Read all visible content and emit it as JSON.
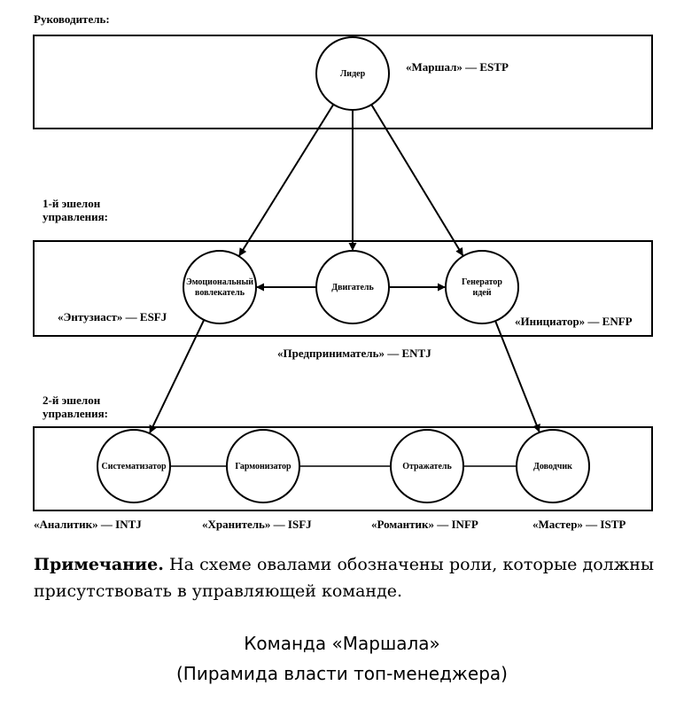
{
  "diagram": {
    "sections": {
      "leader": "Руководитель:",
      "echelon1": [
        "1-й эшелон",
        "управления:"
      ],
      "echelon2": [
        "2-й эшелон",
        "управления:"
      ]
    },
    "nodes": {
      "leader": [
        "Лидер"
      ],
      "enthusiast": [
        "Эмоциональный",
        "вовлекатель"
      ],
      "driver": [
        "Двигатель"
      ],
      "generator": [
        "Генератор",
        "идей"
      ],
      "systematizer": [
        "Систематизатор"
      ],
      "harmonizer": [
        "Гармонизатор"
      ],
      "reflector": [
        "Отражатель"
      ],
      "finisher": [
        "Доводчик"
      ]
    },
    "role_labels": {
      "marshal": "«Маршал» — ESTP",
      "enthusiast": "«Энтузиаст» — ESFJ",
      "initiator": "«Инициатор» — ENFP",
      "entrepreneur": "«Предприниматель» — ENTJ",
      "analyst": "«Аналитик» — INTJ",
      "keeper": "«Хранитель» — ISFJ",
      "romantic": "«Романтик» — INFP",
      "master": "«Мастер» — ISTP"
    },
    "edges": [
      {
        "from": "leader",
        "to": "enthusiast",
        "arrow": "end"
      },
      {
        "from": "leader",
        "to": "driver",
        "arrow": "end"
      },
      {
        "from": "leader",
        "to": "generator",
        "arrow": "end"
      },
      {
        "from": "driver",
        "to": "enthusiast",
        "arrow": "end"
      },
      {
        "from": "driver",
        "to": "generator",
        "arrow": "end"
      },
      {
        "from": "enthusiast",
        "to": "systematizer",
        "arrow": "end"
      },
      {
        "from": "generator",
        "to": "finisher",
        "arrow": "end"
      },
      {
        "from": "systematizer",
        "to": "harmonizer",
        "arrow": "none"
      },
      {
        "from": "harmonizer",
        "to": "reflector",
        "arrow": "none"
      },
      {
        "from": "reflector",
        "to": "finisher",
        "arrow": "none"
      }
    ]
  },
  "note": {
    "label": "Примечание.",
    "text": "На схеме овалами обозначены роли, которые должны присутствовать в управляющей команде."
  },
  "caption": {
    "title": "Команда «Маршала»",
    "subtitle": "(Пирамида власти топ-менеджера)"
  }
}
